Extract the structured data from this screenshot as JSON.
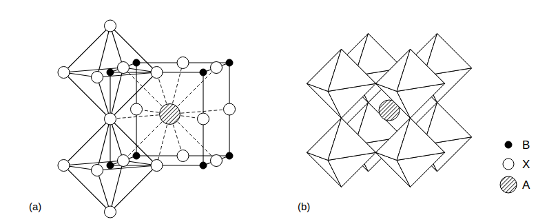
{
  "diagram": {
    "labels": [
      "(a)",
      "(b)"
    ],
    "legend": [
      {
        "text": "B"
      },
      {
        "text": "X"
      },
      {
        "text": "A"
      }
    ]
  }
}
